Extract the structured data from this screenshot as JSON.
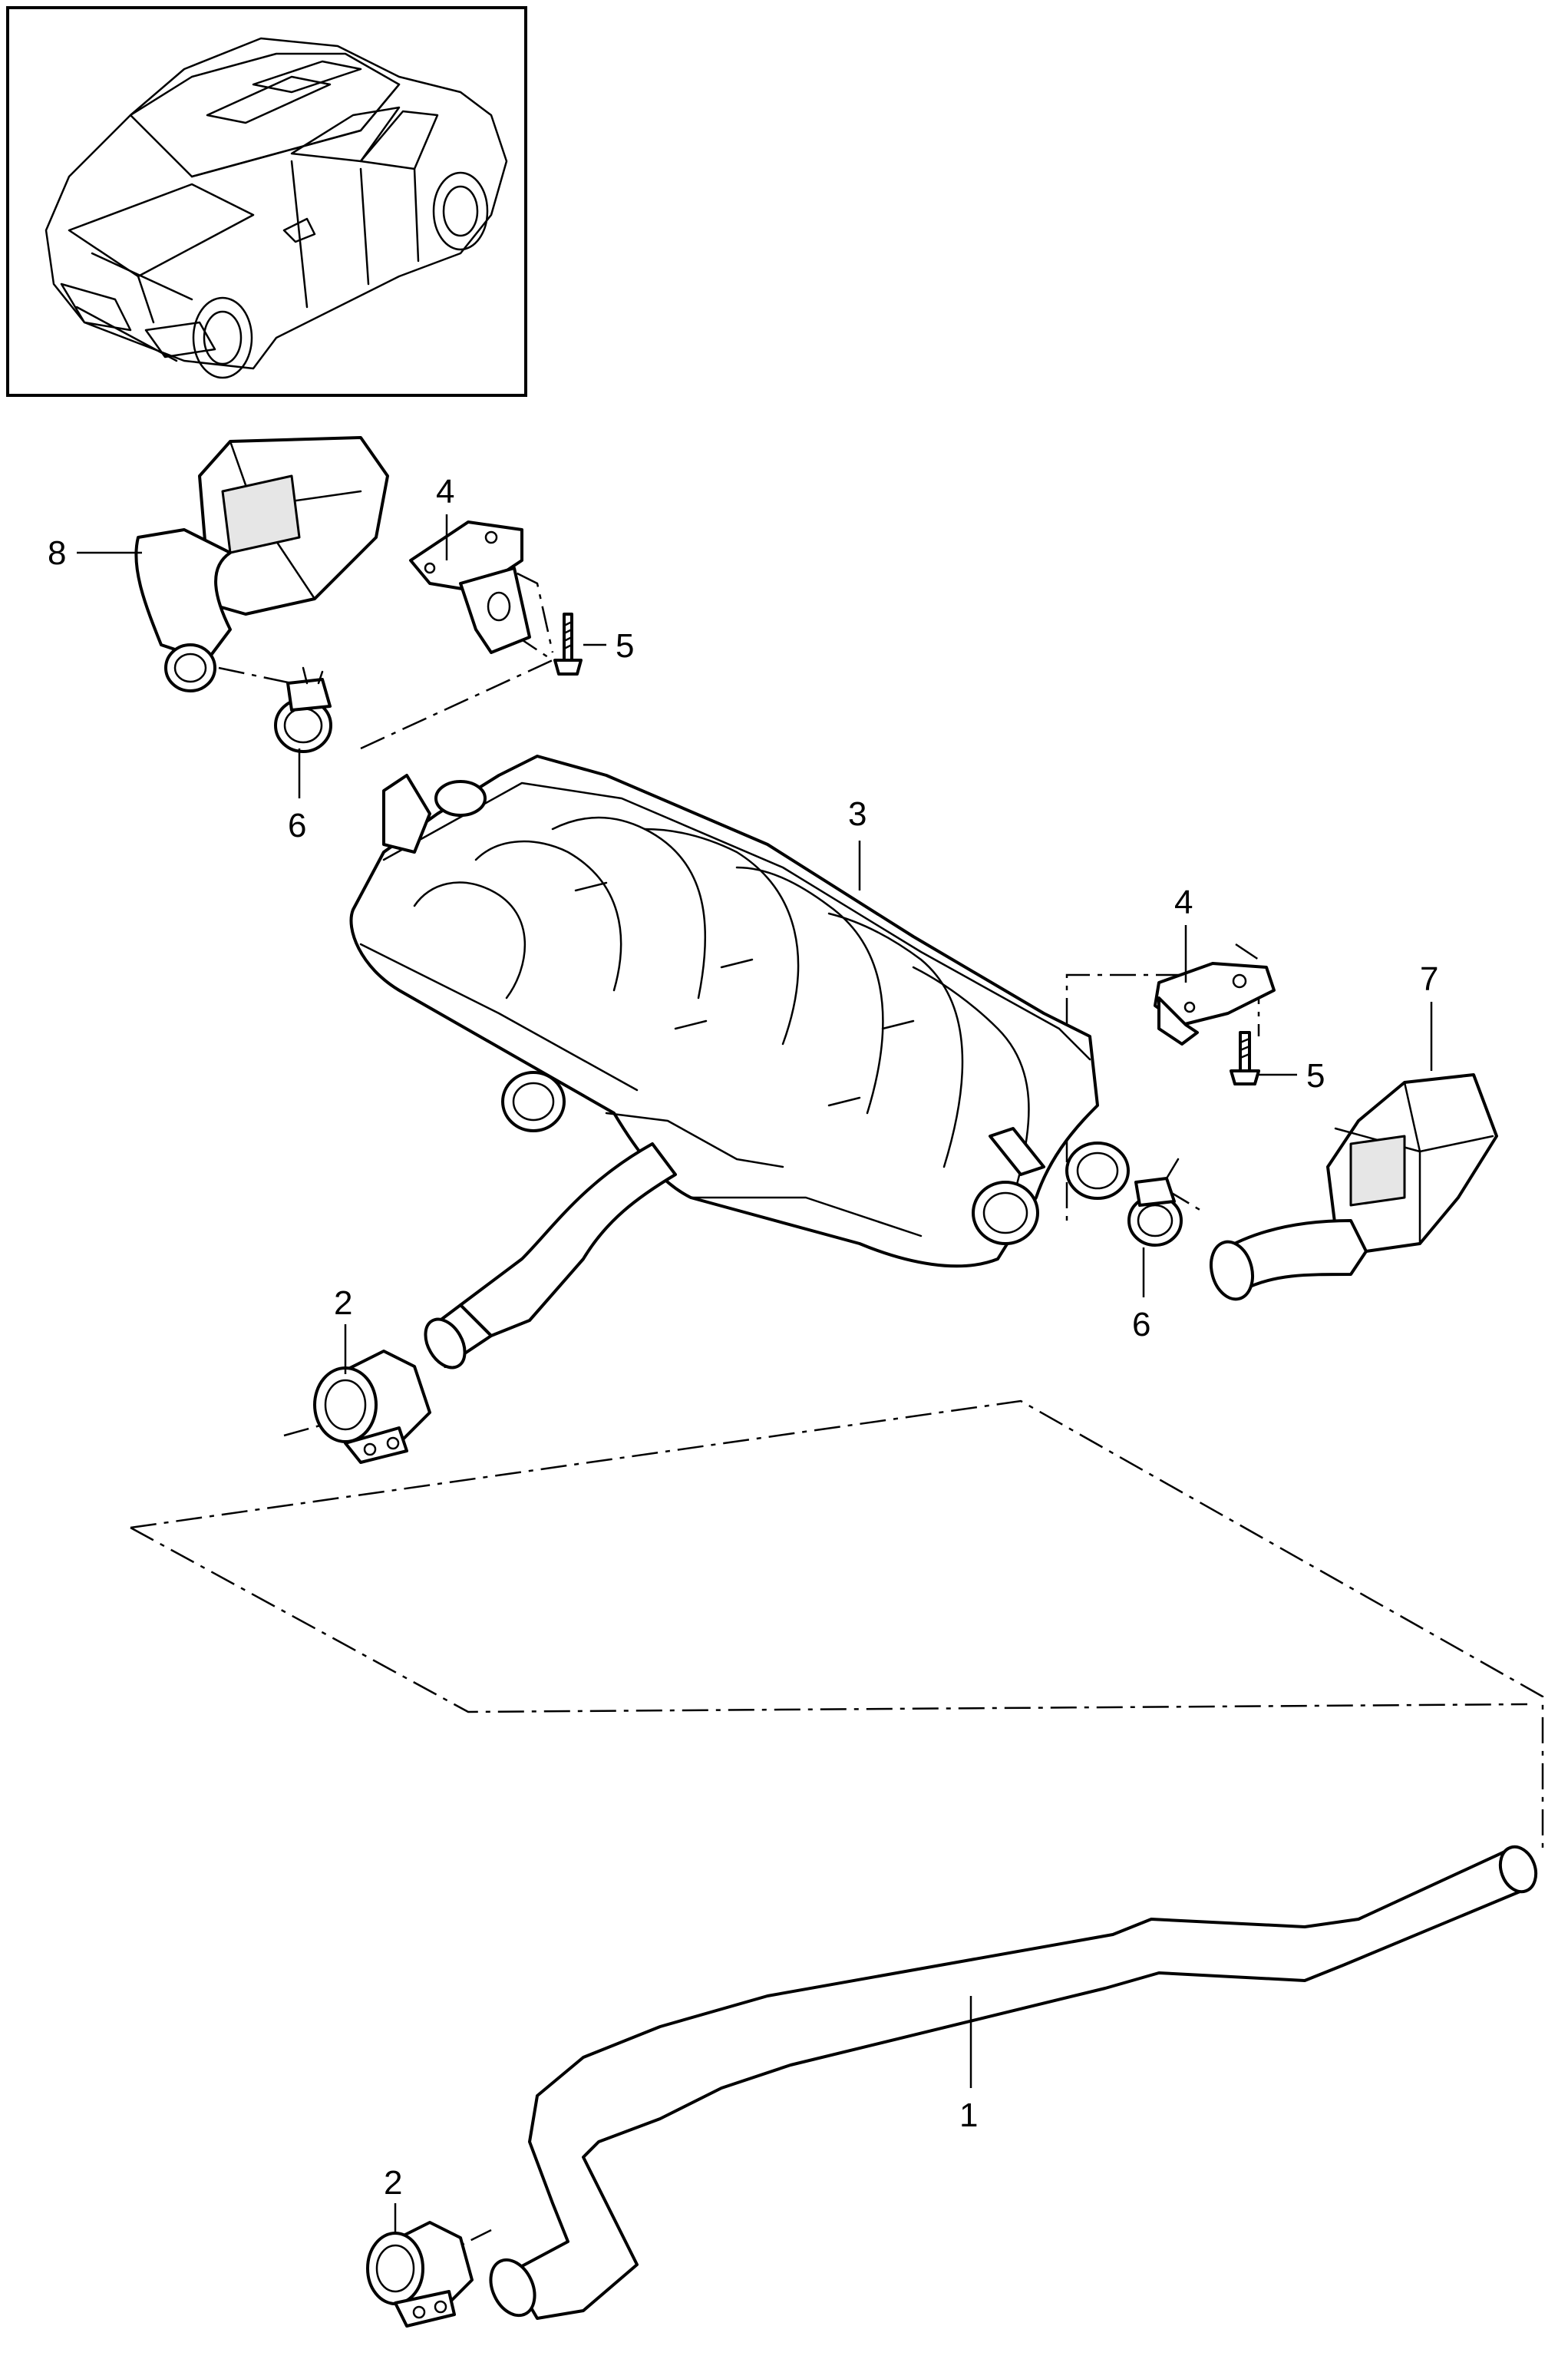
{
  "callouts": {
    "c1": "1",
    "c2a": "2",
    "c2b": "2",
    "c3": "3",
    "c4a": "4",
    "c4b": "4",
    "c5a": "5",
    "c5b": "5",
    "c6a": "6",
    "c6b": "6",
    "c7": "7",
    "c8": "8"
  },
  "icons": {
    "thumbnail": "vehicle-thumbnail-icon"
  }
}
